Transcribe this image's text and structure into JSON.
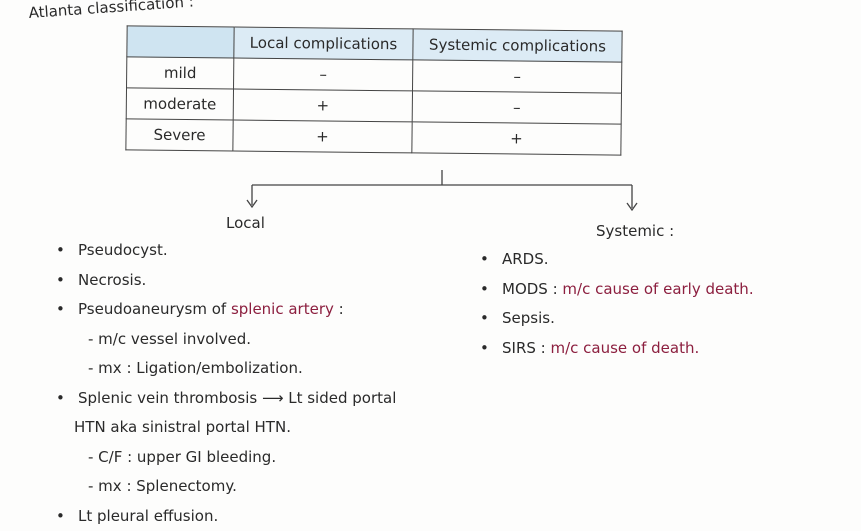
{
  "title": "Atlanta classification :",
  "table": {
    "headers": [
      "",
      "Local complications",
      "Systemic complications"
    ],
    "rows": [
      {
        "severity": "mild",
        "local": "–",
        "systemic": "–"
      },
      {
        "severity": "moderate",
        "local": "+",
        "systemic": "–"
      },
      {
        "severity": "Severe",
        "local": "+",
        "systemic": "+"
      }
    ]
  },
  "branches": {
    "local": "Local",
    "systemic": "Systemic :"
  },
  "local_items": [
    {
      "text": "Pseudocyst."
    },
    {
      "text": "Necrosis."
    },
    {
      "text": "Pseudoaneurysm of ",
      "highlight": "splenic artery",
      "suffix": " :"
    },
    {
      "text": "- m/c vessel involved."
    },
    {
      "text": "- mx : Ligation/embolization."
    },
    {
      "text": "Splenic vein thrombosis ⟶ Lt sided portal"
    },
    {
      "text": "HTN aka sinistral portal HTN."
    },
    {
      "text": "- C/F : upper GI bleeding."
    },
    {
      "text": "- mx : Splenectomy."
    },
    {
      "text": "Lt pleural effusion."
    }
  ],
  "systemic_items": [
    {
      "text": "ARDS."
    },
    {
      "text": "MODS : ",
      "highlight": "m/c cause of early death."
    },
    {
      "text": "Sepsis."
    },
    {
      "text": "SIRS : ",
      "highlight": "m/c cause of death."
    }
  ]
}
